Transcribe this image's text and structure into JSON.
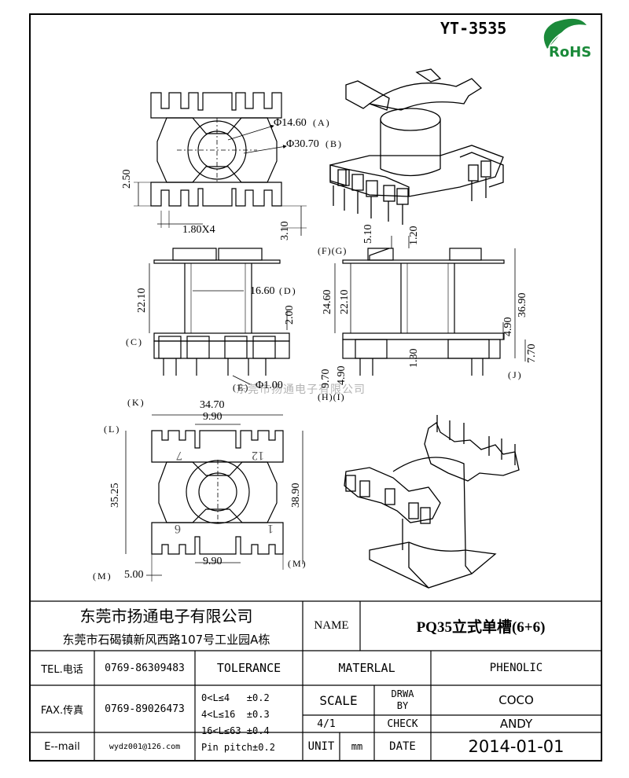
{
  "part_number": "YT-3535",
  "logo": {
    "text": "RoHS",
    "color": "#1b8a3a"
  },
  "watermark": "东莞市扬通电子有限公司",
  "dimensions": {
    "d_a": "Φ14.60",
    "tag_a": "(A)",
    "d_b": "Φ30.70",
    "tag_b": "(B)",
    "left_2_50": "2.50",
    "pitch_1_80x4": "1.80X4",
    "h_3_10": "3.10",
    "h_22_10_left": "22.10",
    "d_16_60": "16.60",
    "tag_d": "(D)",
    "h_2_00": "2.00",
    "tag_c": "(C)",
    "tag_e": "(E)",
    "pin_phi": "Φ1.00",
    "tag_fg": "(F)(G)",
    "d_5_10": "5.10",
    "d_1_20": "1.20",
    "h_24_60": "24.60",
    "h_22_10_right": "22.10",
    "h_36_90": "36.90",
    "h_4_90": "4.90",
    "h_1_30": "1.30",
    "h_7_70": "7.70",
    "tag_j": "(J)",
    "h_9_70": "9.70",
    "h_4_90b": "4.90",
    "tag_hi": "(H)(I)",
    "tag_k": "(K)",
    "w_34_70": "34.70",
    "w_9_90_top": "9.90",
    "tag_l": "(L)",
    "h_35_25": "35.25",
    "h_38_90": "38.90",
    "pin_7": "7",
    "pin_12": "12",
    "pin_6": "6",
    "pin_1": "1",
    "tag_m_left": "(M)",
    "w_5_00": "5.00",
    "w_9_90_bottom": "9.90",
    "tag_m_right": "(M)"
  },
  "title_block": {
    "company": "东莞市扬通电子有限公司",
    "address": "东莞市石碣镇新风西路107号工业园A栋",
    "name_label": "NAME",
    "name_value": "PQ35立式单槽(6+6)",
    "tel_label": "TEL.电话",
    "tel_value": "0769-86309483",
    "fax_label": "FAX.传真",
    "fax_value": "0769-89026473",
    "email_label": "E--mail",
    "email_value": "wydz001@126.com",
    "tolerance_label": "TOLERANCE",
    "tolerance_lines": [
      "0<L≤4   ±0.2",
      "4<L≤16  ±0.3",
      "16<L≤63 ±0.4",
      "Pin pitch±0.2"
    ],
    "material_label": "MATERLAL",
    "material_value": "PHENOLIC",
    "scale_label": "SCALE",
    "scale_value": "4/1",
    "unit_label": "UNIT",
    "unit_value": "mm",
    "drwa_label_1": "DRWA",
    "drwa_label_2": "BY",
    "drwa_value": "COCO",
    "check_label": "CHECK",
    "check_value": "ANDY",
    "date_label": "DATE",
    "date_value": "2014-01-01"
  }
}
